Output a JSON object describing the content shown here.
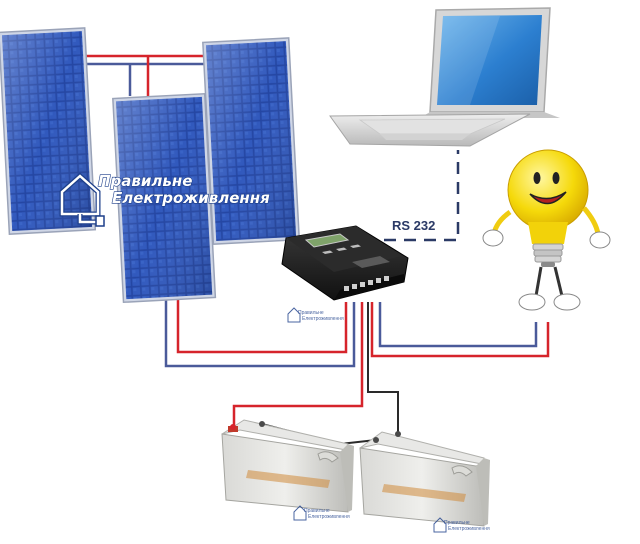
{
  "diagram": {
    "link_label": "RS 232",
    "logo": {
      "line1": "Правильне",
      "line2": "Електроживлення"
    },
    "colors": {
      "positive_wire": "#d6242b",
      "negative_wire": "#4a5a9a",
      "battery_wire": "#2a2a2a",
      "data_link": "#2b3a66",
      "panel": "#1e3f9c",
      "bulb": "#f5d90a"
    },
    "components": {
      "solar_panels": [
        "solar-panel",
        "solar-panel",
        "solar-panel"
      ],
      "controller": "charge-controller",
      "computer": "laptop",
      "load": "lamp-bulb-character",
      "batteries": [
        "battery",
        "battery"
      ]
    }
  }
}
